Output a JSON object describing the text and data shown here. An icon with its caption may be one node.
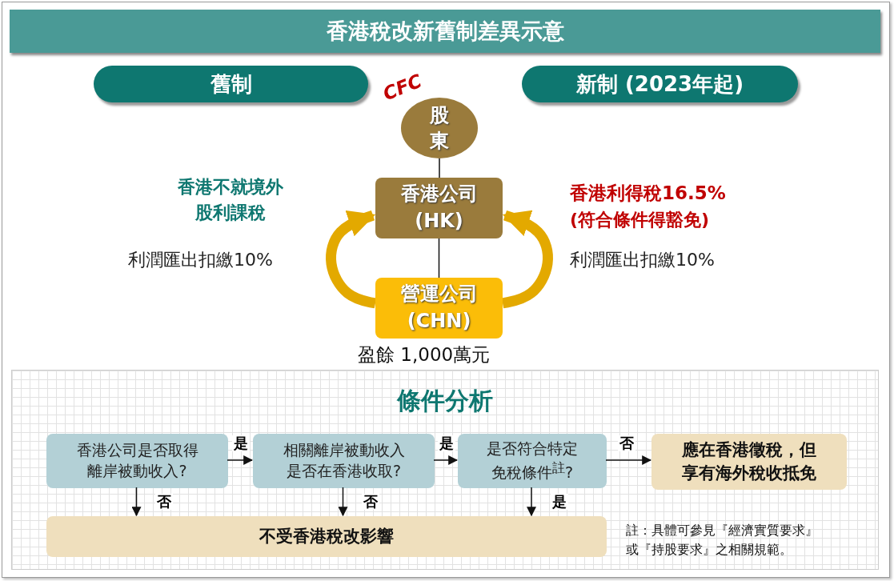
{
  "diagram": {
    "title": "香港稅改新舊制差異示意",
    "nodes": [
      {
        "text": [
          "舊制"
        ]
      },
      {
        "text": [
          "新制 (2023年起)"
        ]
      },
      {
        "text": [
          "股東"
        ],
        "beside": [
          "CFC"
        ]
      },
      {
        "text": [
          "香港公司 (HK)"
        ]
      },
      {
        "text": [
          "營運公司 (CHN)"
        ],
        "beside": [
          "盈餘 1,000萬元"
        ]
      },
      {
        "text": [
          "條件分析"
        ]
      },
      {
        "text": [
          "香港公司是否取得離岸被動收入?"
        ],
        "in": 5
      },
      {
        "text": [
          "相關離岸被動收入是否在香港收取?"
        ],
        "in": 5
      },
      {
        "text": [
          "是否符合特定免稅條件$^{註}$?"
        ],
        "in": 5
      },
      {
        "text": [
          "應在香港徵稅，但享有海外稅收抵免"
        ],
        "in": 5
      },
      {
        "text": [
          "不受香港稅改影響"
        ],
        "in": 5
      }
    ],
    "edges": [
      {
        "from": 2,
        "to": 3,
        "arrow": "none"
      },
      {
        "from": 3,
        "to": 4,
        "arrow": "none"
      },
      {
        "from": 4,
        "to": 3,
        "arrow": "to",
        "style": "thick",
        "color": "#e3a900"
      },
      {
        "from": 4,
        "to": 3,
        "arrow": "to",
        "style": "thick",
        "color": "#e3a900"
      },
      {
        "from": 6,
        "to": 7,
        "arrow": "to",
        "label": "是"
      },
      {
        "from": 7,
        "to": 8,
        "arrow": "to",
        "label": "是"
      },
      {
        "from": 8,
        "to": 9,
        "arrow": "to",
        "label": "否"
      },
      {
        "from": 6,
        "to": 10,
        "arrow": "to",
        "label": "否"
      },
      {
        "from": 7,
        "to": 10,
        "arrow": "to",
        "label": "否"
      },
      {
        "from": 8,
        "to": 10,
        "arrow": "to",
        "label": "是"
      }
    ],
    "labels": [
      "香港不就境外股利課稅",
      "利潤匯出扣繳10%",
      "香港利得稅16.5%",
      "(符合條件得豁免)",
      "利潤匯出扣繳10%",
      "註：具體可參見『經濟實質要求』或『持股要求』之相關規範。"
    ]
  }
}
